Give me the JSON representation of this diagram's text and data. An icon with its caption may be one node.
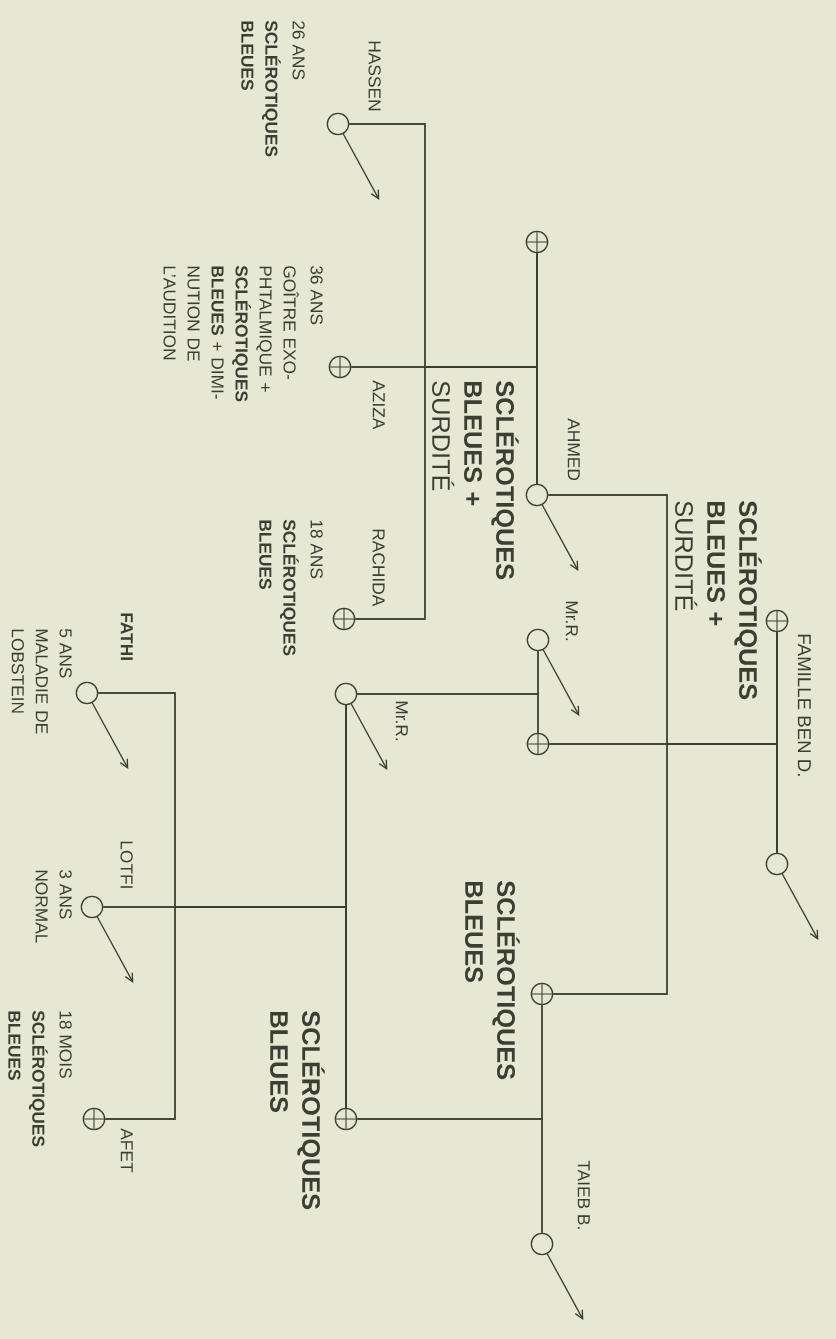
{
  "diagram": {
    "title": "FAMILLE BEN D.",
    "nodes": [
      {
        "text": [],
        "shape": "crossed-circle",
        "beside": [
          "**SCLÉROTIQUES BLEUES +** SURDITÉ"
        ]
      },
      {
        "text": [],
        "shape": "circle"
      },
      {
        "text": [],
        "shape": "crossed-circle"
      },
      {
        "text": [],
        "shape": "circle",
        "beside": [
          "AHMED",
          "**SCLÉROTIQUES BLEUES +** SURDITÉ"
        ]
      },
      {
        "text": [],
        "shape": "circle",
        "beside": [
          "Mr.R."
        ]
      },
      {
        "text": [],
        "shape": "crossed-circle"
      },
      {
        "text": [],
        "shape": "crossed-circle",
        "beside": [
          "SCLÉROTIQUES BLEUES"
        ]
      },
      {
        "text": [],
        "shape": "circle",
        "beside": [
          "TAIEB B."
        ]
      },
      {
        "text": [],
        "shape": "circle",
        "beside": [
          "HASSEN",
          "26 ANS",
          "SCLÉROTIQUES BLEUES"
        ]
      },
      {
        "text": [],
        "shape": "crossed-circle",
        "beside": [
          "AZIZA",
          "36 ANS",
          "GOÎTRE EXO- PHTALMIQUE + **SCLÉROTIQUES BLEUES** + DIMI- NUTION DE L’AUDITION"
        ]
      },
      {
        "text": [],
        "shape": "crossed-circle",
        "beside": [
          "RACHIDA",
          "18 ANS",
          "SCLÉROTIQUES BLEUES"
        ]
      },
      {
        "text": [],
        "shape": "circle",
        "beside": [
          "Mr.R."
        ]
      },
      {
        "text": [],
        "shape": "crossed-circle",
        "beside": [
          "SCLÉROTIQUES BLEUES"
        ]
      },
      {
        "text": [],
        "shape": "circle",
        "beside": [
          "FATHI",
          "5 ANS",
          "MALADIE DE LOBSTEIN"
        ]
      },
      {
        "text": [],
        "shape": "circle",
        "beside": [
          "LOTFI",
          "3 ANS",
          "NORMAL"
        ]
      },
      {
        "text": [],
        "shape": "crossed-circle",
        "beside": [
          "AFET",
          "18 MOIS",
          "SCLÉROTIQUES BLEUES"
        ]
      }
    ],
    "edges": [
      {
        "from": 0,
        "to": 1,
        "arrow": "none"
      },
      {
        "from": 0,
        "to": 3,
        "arrow": "none"
      },
      {
        "from": 1,
        "to": 3,
        "arrow": "none"
      },
      {
        "from": 0,
        "to": 5,
        "arrow": "none"
      },
      {
        "from": 1,
        "to": 5,
        "arrow": "none"
      },
      {
        "from": 0,
        "to": 6,
        "arrow": "none"
      },
      {
        "from": 1,
        "to": 6,
        "arrow": "none"
      },
      {
        "from": 2,
        "to": 3,
        "arrow": "none"
      },
      {
        "from": 2,
        "to": 8,
        "arrow": "none"
      },
      {
        "from": 3,
        "to": 8,
        "arrow": "none"
      },
      {
        "from": 2,
        "to": 9,
        "arrow": "none"
      },
      {
        "from": 3,
        "to": 9,
        "arrow": "none"
      },
      {
        "from": 2,
        "to": 10,
        "arrow": "none"
      },
      {
        "from": 3,
        "to": 10,
        "arrow": "none"
      },
      {
        "from": 4,
        "to": 5,
        "arrow": "none"
      },
      {
        "from": 4,
        "to": 11,
        "arrow": "none"
      },
      {
        "from": 5,
        "to": 11,
        "arrow": "none"
      },
      {
        "from": 6,
        "to": 7,
        "arrow": "none"
      },
      {
        "from": 6,
        "to": 12,
        "arrow": "none"
      },
      {
        "from": 7,
        "to": 12,
        "arrow": "none"
      },
      {
        "from": 11,
        "to": 12,
        "arrow": "none"
      },
      {
        "from": 11,
        "to": 13,
        "arrow": "none"
      },
      {
        "from": 12,
        "to": 13,
        "arrow": "none"
      },
      {
        "from": 11,
        "to": 14,
        "arrow": "none"
      },
      {
        "from": 12,
        "to": 14,
        "arrow": "none"
      },
      {
        "from": 11,
        "to": 15,
        "arrow": "none"
      },
      {
        "from": 12,
        "to": 15,
        "arrow": "none"
      },
      {
        "from": 1,
        "to": null,
        "arrow": "to"
      },
      {
        "from": 3,
        "to": null,
        "arrow": "to"
      },
      {
        "from": 4,
        "to": null,
        "arrow": "to"
      },
      {
        "from": 7,
        "to": null,
        "arrow": "to"
      },
      {
        "from": 8,
        "to": null,
        "arrow": "to"
      },
      {
        "from": 11,
        "to": null,
        "arrow": "to"
      },
      {
        "from": 13,
        "to": null,
        "arrow": "to"
      },
      {
        "from": 14,
        "to": null,
        "arrow": "to"
      }
    ]
  }
}
